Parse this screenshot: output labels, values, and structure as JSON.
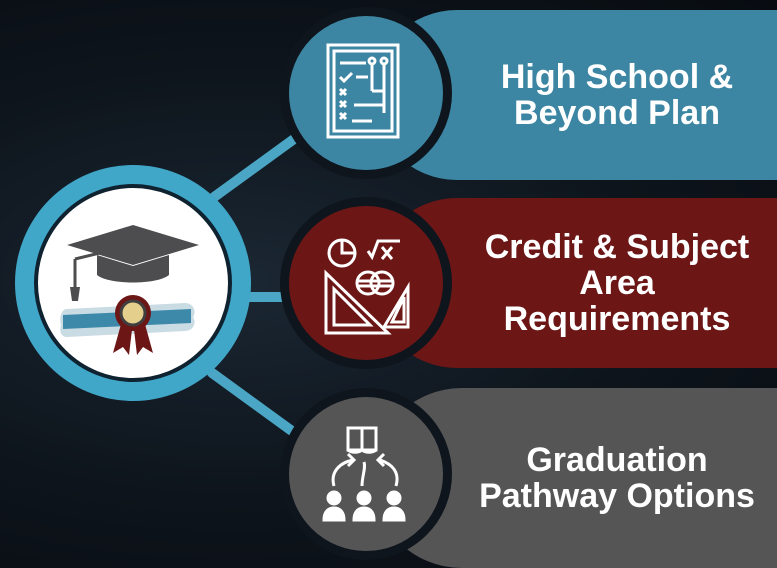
{
  "steps": [
    {
      "label": "High School & Beyond Plan",
      "color": "#3c86a3",
      "icon": "checklist-plan-icon"
    },
    {
      "label": "Credit & Subject Area Requirements",
      "color": "#6c1616",
      "icon": "math-tools-icon"
    },
    {
      "label": "Graduation Pathway Options",
      "color": "#555556",
      "icon": "pathway-people-icon"
    }
  ],
  "hub": {
    "icon": "graduation-cap-diploma-icon",
    "accent": "#40a7c9"
  }
}
